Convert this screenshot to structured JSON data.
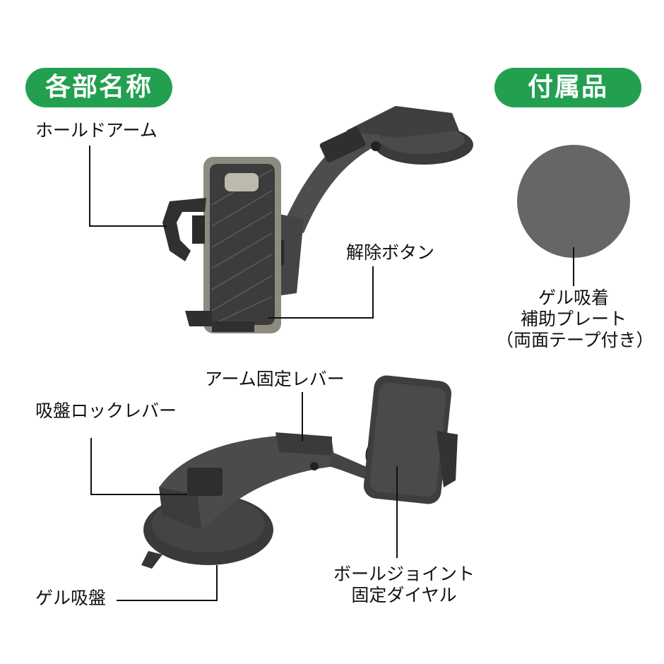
{
  "sections": {
    "parts_title": "各部名称",
    "accessories_title": "付属品"
  },
  "labels": {
    "hold_arm": "ホールドアーム",
    "release_button": "解除ボタン",
    "arm_lock_lever": "アーム固定レバー",
    "suction_lock_lever": "吸盤ロックレバー",
    "gel_suction": "ゲル吸盤",
    "ball_joint_line1": "ボールジョイント",
    "ball_joint_line2": "固定ダイヤル",
    "gel_plate_line1": "ゲル吸着",
    "gel_plate_line2": "補助プレート",
    "gel_plate_line3": "（両面テープ付き）"
  },
  "colors": {
    "pill_green": "#22a050",
    "product_dark": "#3c3c3c",
    "product_mid": "#555555",
    "plate_gray": "#666666"
  }
}
